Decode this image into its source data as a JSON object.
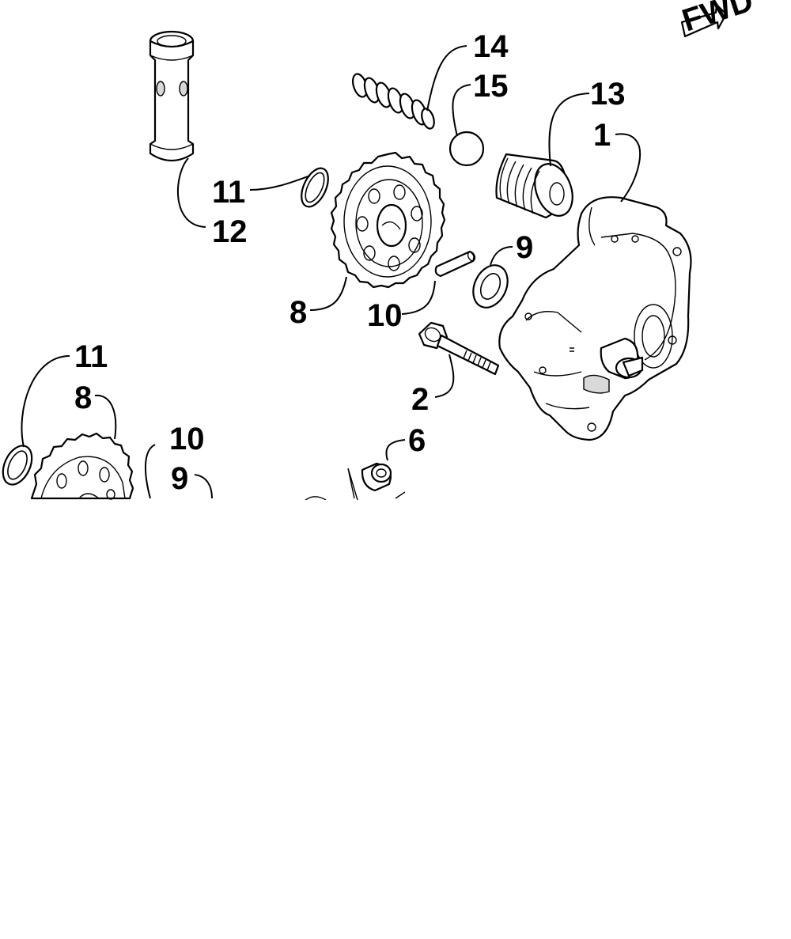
{
  "badge": {
    "text": "FWD"
  },
  "callouts": [
    {
      "id": "c14",
      "text": "14"
    },
    {
      "id": "c15",
      "text": "15"
    },
    {
      "id": "c13",
      "text": "13"
    },
    {
      "id": "c1",
      "text": "1"
    },
    {
      "id": "c11a",
      "text": "11"
    },
    {
      "id": "c12",
      "text": "12"
    },
    {
      "id": "c9a",
      "text": "9"
    },
    {
      "id": "c8a",
      "text": "8"
    },
    {
      "id": "c10a",
      "text": "10"
    },
    {
      "id": "c2",
      "text": "2"
    },
    {
      "id": "c11b",
      "text": "11"
    },
    {
      "id": "c8b",
      "text": "8"
    },
    {
      "id": "c10b",
      "text": "10"
    },
    {
      "id": "c9b",
      "text": "9"
    },
    {
      "id": "c6",
      "text": "6"
    }
  ],
  "parts": [
    {
      "name": "oil-pump-housing",
      "number": "1"
    },
    {
      "name": "cap-screw",
      "number": "2"
    },
    {
      "name": "dowel-pin",
      "number": "6"
    },
    {
      "name": "drive-gear",
      "number": "8"
    },
    {
      "name": "washer",
      "number": "9"
    },
    {
      "name": "pin",
      "number": "10"
    },
    {
      "name": "snap-ring",
      "number": "11"
    },
    {
      "name": "shaft-tube",
      "number": "12"
    },
    {
      "name": "plug",
      "number": "13"
    },
    {
      "name": "spring",
      "number": "14"
    },
    {
      "name": "ball",
      "number": "15"
    }
  ]
}
